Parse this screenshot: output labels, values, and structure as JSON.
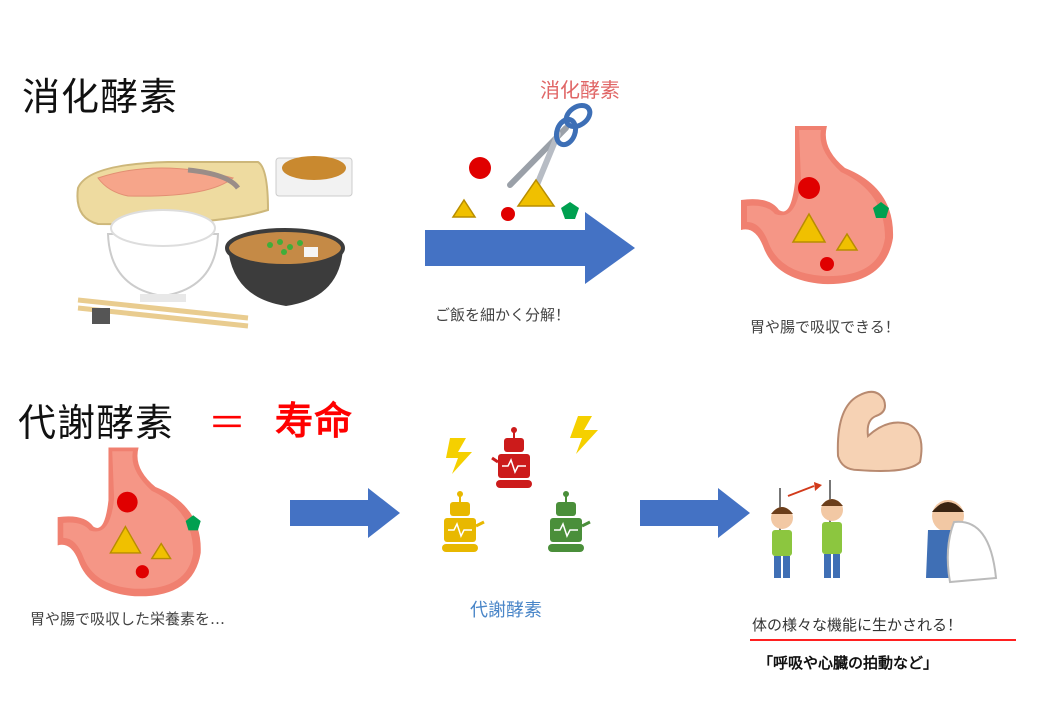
{
  "section1": {
    "title": "消化酵素",
    "scissors_label": "消化酵素",
    "arrow_caption": "ご飯を細かく分解！",
    "stomach_caption": "胃や腸で吸収できる！"
  },
  "section2": {
    "title": "代謝酵素",
    "equals": "＝",
    "lifespan": "寿命",
    "stomach_caption": "胃や腸で吸収した栄養素を…",
    "robots_label": "代謝酵素",
    "body_caption": "体の様々な機能に生かされる！",
    "body_note": "「呼吸や心臓の拍動など」"
  },
  "colors": {
    "arrow": "#4472c4",
    "lifespan": "#ff0000",
    "enzyme_label_1": "#e06666",
    "enzyme_label_2": "#4a86c8",
    "underline": "#ff2020",
    "stomach": "#f08070",
    "nutrient_red": "#e00000",
    "nutrient_yellow": "#f0c000",
    "nutrient_green": "#00a050"
  }
}
